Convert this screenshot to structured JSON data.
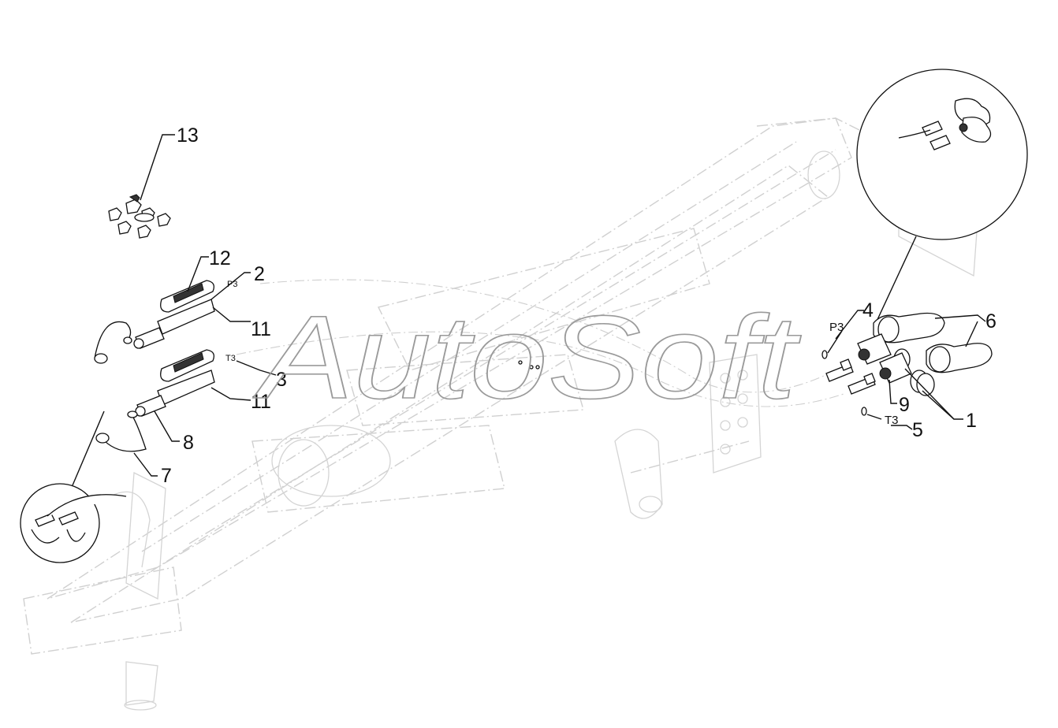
{
  "watermark": "AutoSoft",
  "callouts": [
    "13",
    "12",
    "2",
    "11",
    "3",
    "11",
    "8",
    "7",
    "4",
    "6",
    "9",
    "1",
    "5"
  ],
  "port_labels": {
    "p_left": "P3",
    "t_left": "T3",
    "p_right": "P3",
    "t_right": "T3"
  },
  "colors": {
    "line": "#111111",
    "frame": "#d0d0d0",
    "watermark": "#9a9a9a"
  }
}
